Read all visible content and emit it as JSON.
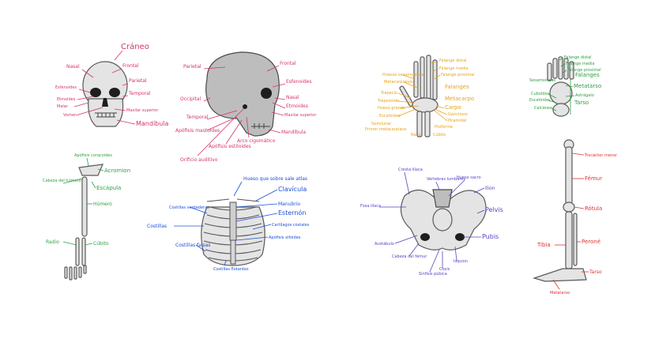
{
  "colors": {
    "pink": "#d6336c",
    "orange": "#e8a317",
    "green": "#2f9e44",
    "blue": "#1c4fd6",
    "purple": "#5b3fc4",
    "red": "#e03131",
    "bone": "#9a9a9a"
  },
  "skull_front": {
    "title": "Cráneo",
    "labels": [
      "Nasal",
      "Frontal",
      "Parietal",
      "Temporal",
      "Esfenoides",
      "Etmoides",
      "Malar",
      "Vomer",
      "Maxilar superior",
      "Mandíbula"
    ]
  },
  "skull_side": {
    "labels": [
      "Parietal",
      "Frontal",
      "Esfenoides",
      "Occipital",
      "Nasal",
      "Temporal",
      "Etmoides",
      "Maxilar superior",
      "Apófisis mastoides",
      "Mandíbula",
      "Arco cigomático",
      "Apófisis estiloides",
      "Orificio auditivo"
    ]
  },
  "hand": {
    "labels": [
      "Huesos sesamoideos",
      "Falange distal",
      "Falange media",
      "Falange proximal",
      "Metacarpianos",
      "Falanges",
      "Trapecio",
      "Trapezoide",
      "Hueso grande",
      "Escafoides",
      "Metacarpo",
      "Carpo",
      "Ganchoso",
      "Piramidal",
      "Pisiforme",
      "Semilunar",
      "Primer metacarpiano",
      "Radio",
      "Cúbito"
    ]
  },
  "foot": {
    "labels": [
      "Falange distal",
      "Falange media",
      "Falange proximal",
      "Falanges",
      "Sesamoideos",
      "Metatarso",
      "Cuboides",
      "Escafoides",
      "Astrágalo",
      "Calcáneo",
      "Tarso"
    ]
  },
  "arm": {
    "labels": [
      "Apófisis coracoides",
      "Acromion",
      "Cabeza del húmero",
      "Escápula",
      "Húmero",
      "Radio",
      "Cúbito"
    ]
  },
  "ribcage": {
    "labels": [
      "Hueso que sobre sale atlas",
      "Clavícula",
      "Costillas verdaderas",
      "Manubrio",
      "Esternón",
      "Costillas",
      "Cartílagos costales",
      "Apófisis xifoides",
      "Costillas falsas",
      "Costillas flotantes"
    ]
  },
  "pelvis": {
    "labels": [
      "Cresta ilíaca",
      "Vértebras lumbares",
      "Hueso sacro",
      "Ilion",
      "Fosa ilíaca",
      "Pelvis",
      "Acetábulo",
      "Pubis",
      "Cabeza del fémur",
      "Isquion",
      "Sínfisis púbica",
      "Coxis"
    ]
  },
  "leg": {
    "labels": [
      "Trocánter menor",
      "Fémur",
      "Rótula",
      "Tibia",
      "Peroné",
      "Tarso",
      "Metatarso"
    ]
  }
}
